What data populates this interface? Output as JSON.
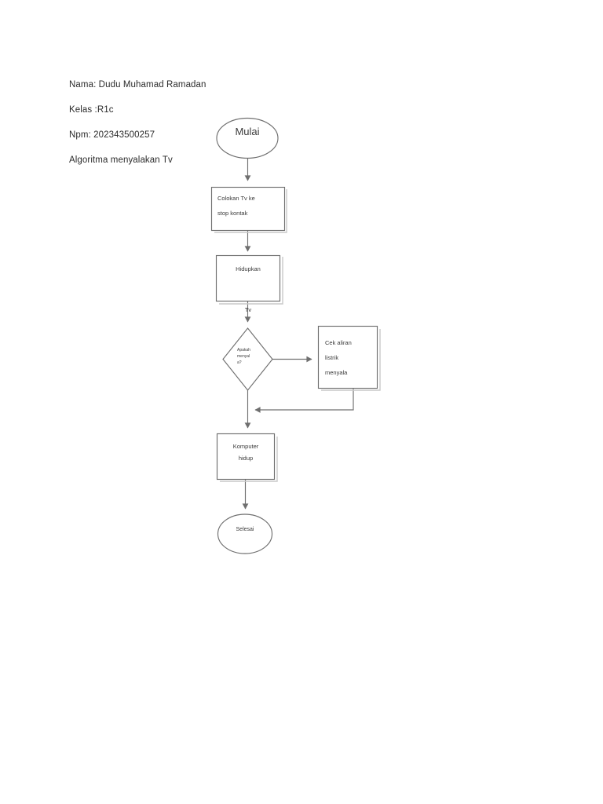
{
  "document": {
    "header_lines": [
      "Nama: Dudu Muhamad Ramadan",
      "Kelas :R1c",
      "Npm: 202343500257",
      "Algoritma menyalakan Tv"
    ]
  },
  "colors": {
    "page_background": "#ffffff",
    "stroke": "#6f6f6f",
    "shadow": "#c9c9c9",
    "text": "#3a3a3a",
    "header_text": "#2b2b2b"
  },
  "flowchart": {
    "title": "Algoritma menyalakan Tv",
    "nodes": [
      {
        "id": "start",
        "shape": "ellipse",
        "label": "Mulai"
      },
      {
        "id": "colokan",
        "shape": "process",
        "label": "Colokan Tv ke\nstop kontak"
      },
      {
        "id": "hidupkan",
        "shape": "process",
        "label": "Hidupkan\n\nTv"
      },
      {
        "id": "apakah",
        "shape": "decision",
        "label": "Apakah\nmenyal\na?"
      },
      {
        "id": "cek",
        "shape": "process",
        "label": "Cek aliran\nlistrik\nmenyala"
      },
      {
        "id": "komputer",
        "shape": "process",
        "label": "Komputer\nhidup"
      },
      {
        "id": "end",
        "shape": "ellipse",
        "label": "Selesai"
      }
    ],
    "edges": [
      {
        "from": "start",
        "to": "colokan",
        "label": ""
      },
      {
        "from": "colokan",
        "to": "hidupkan",
        "label": ""
      },
      {
        "from": "hidupkan",
        "to": "apakah",
        "label": ""
      },
      {
        "from": "apakah",
        "to": "cek",
        "label": ""
      },
      {
        "from": "cek",
        "to": "komputer",
        "label": ""
      },
      {
        "from": "apakah",
        "to": "komputer",
        "label": ""
      },
      {
        "from": "komputer",
        "to": "end",
        "label": ""
      }
    ]
  }
}
